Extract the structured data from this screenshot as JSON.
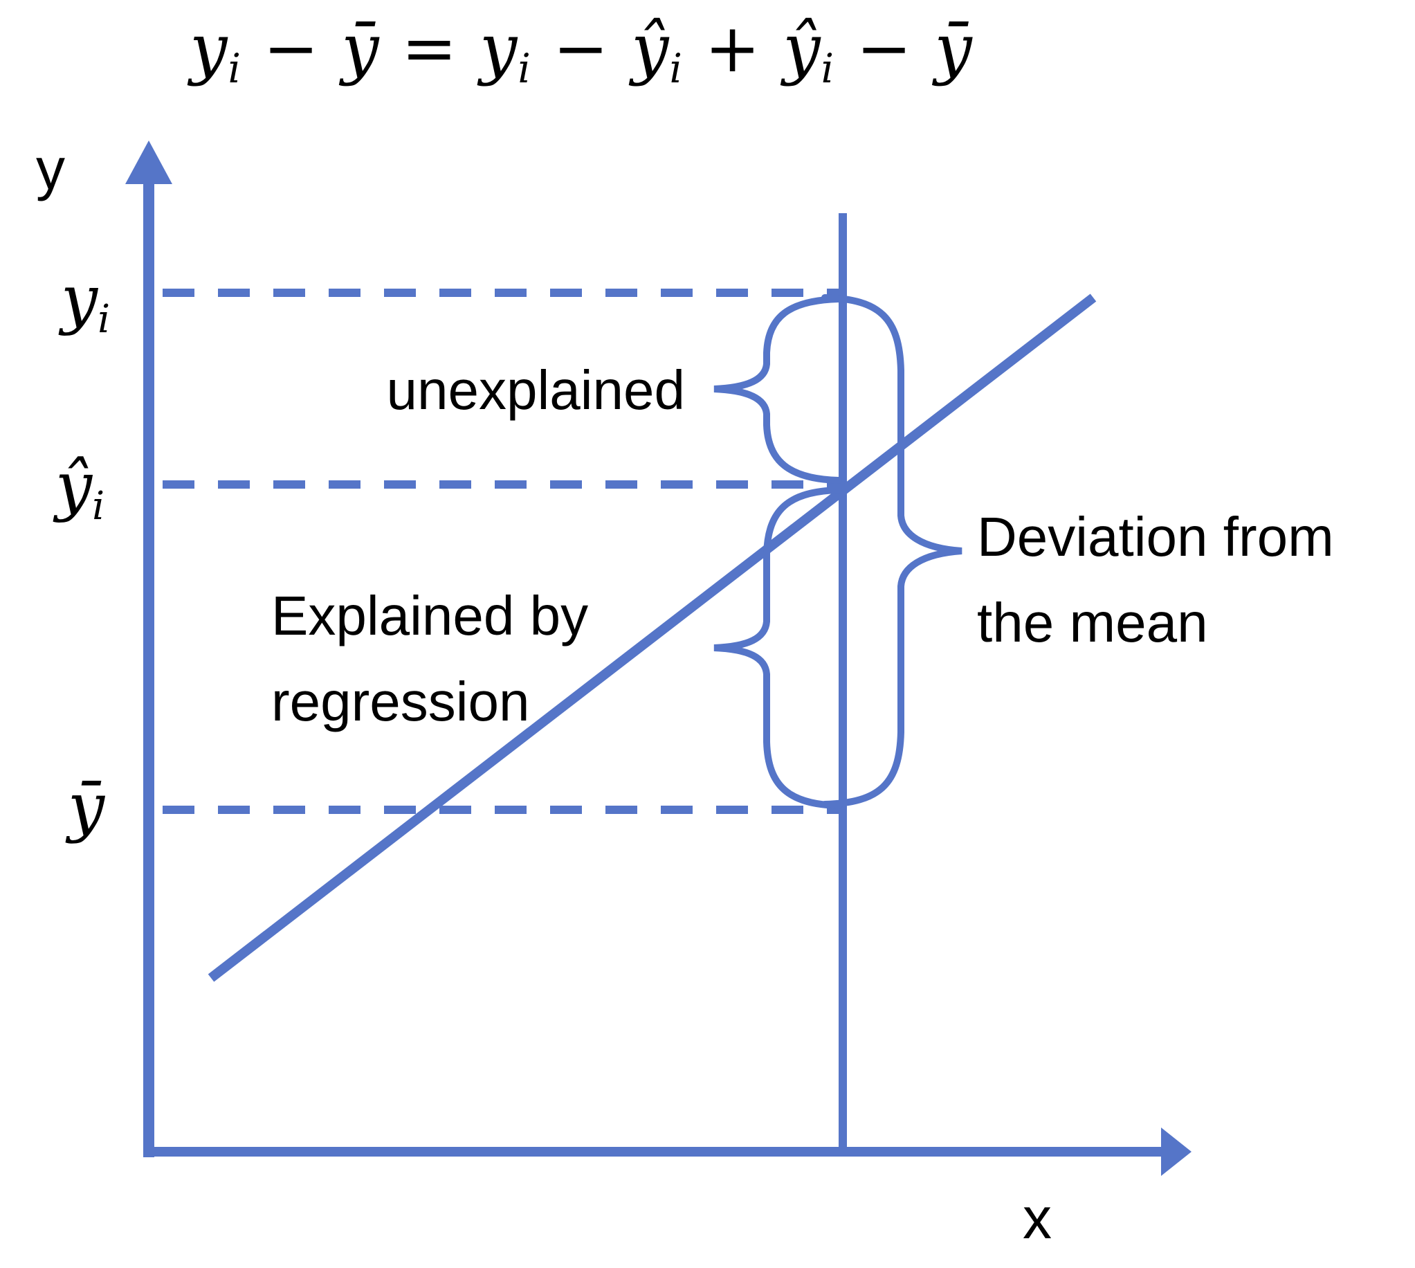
{
  "colors": {
    "diagram_blue": "#5575C8",
    "text": "#000000",
    "background": "#FFFFFF"
  },
  "formula": {
    "parts": [
      {
        "text": "y"
      },
      {
        "text": "i",
        "sub": true
      },
      {
        "text": " − ȳ = y"
      },
      {
        "text": "i",
        "sub": true
      },
      {
        "text": " − ŷ"
      },
      {
        "text": "i",
        "sub": true
      },
      {
        "text": " + ŷ"
      },
      {
        "text": "i",
        "sub": true
      },
      {
        "text": " − ȳ"
      }
    ]
  },
  "y_axis": {
    "title": "y"
  },
  "x_axis": {
    "title": "x"
  },
  "tick_labels": {
    "y_i": {
      "parts": [
        {
          "text": "y"
        },
        {
          "text": "i",
          "sub": true
        }
      ]
    },
    "y_hat_i": {
      "parts": [
        {
          "text": "ŷ"
        },
        {
          "text": "i",
          "sub": true
        }
      ]
    },
    "y_bar": {
      "parts": [
        {
          "text": "ȳ"
        }
      ]
    }
  },
  "annotations": {
    "unexplained": "unexplained",
    "explained": {
      "line1": "Explained by",
      "line2": "regression"
    },
    "deviation": {
      "line1": "Deviation from",
      "line2": "the mean"
    }
  },
  "shapes": {
    "y_axis_arrow": "up-arrowhead",
    "x_axis_arrow": "right-arrowhead",
    "unexplained_brace": "left-curly-brace",
    "explained_brace": "left-curly-brace",
    "deviation_brace": "right-curly-brace"
  }
}
